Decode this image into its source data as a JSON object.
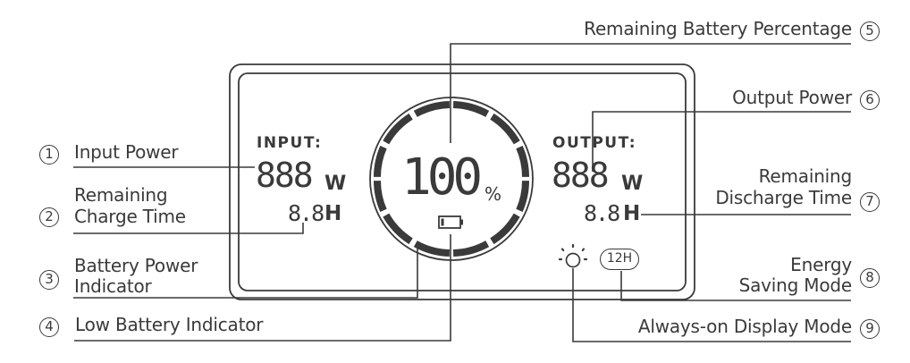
{
  "display": {
    "input": {
      "header": "INPUT:",
      "power_value": "888",
      "power_unit": "W",
      "time_value": "8.8",
      "time_unit": "H"
    },
    "output": {
      "header": "OUTPUT:",
      "power_value": "888",
      "power_unit": "W",
      "time_value": "8.8",
      "time_unit": "H"
    },
    "battery": {
      "percentage_value": "100",
      "percentage_unit": "%",
      "ring_segments": 12,
      "low_battery_icon": "battery-outline-icon"
    },
    "modes": {
      "always_on_icon": "sun-icon",
      "energy_saving_badge": "12H"
    }
  },
  "callouts": [
    {
      "number": "1",
      "label": "Input Power",
      "side": "left"
    },
    {
      "number": "2",
      "label_line1": "Remaining",
      "label_line2": "Charge Time",
      "side": "left"
    },
    {
      "number": "3",
      "label_line1": "Battery Power",
      "label_line2": "Indicator",
      "side": "left"
    },
    {
      "number": "4",
      "label": "Low Battery Indicator",
      "side": "left"
    },
    {
      "number": "5",
      "label": "Remaining Battery Percentage",
      "side": "right"
    },
    {
      "number": "6",
      "label": "Output Power",
      "side": "right"
    },
    {
      "number": "7",
      "label_line1": "Remaining",
      "label_line2": "Discharge Time",
      "side": "right"
    },
    {
      "number": "8",
      "label_line1": "Energy",
      "label_line2": "Saving Mode",
      "side": "right"
    },
    {
      "number": "9",
      "label": "Always-on Display Mode",
      "side": "right"
    }
  ],
  "colors": {
    "ink": "#3a3a3a",
    "background": "#ffffff"
  }
}
